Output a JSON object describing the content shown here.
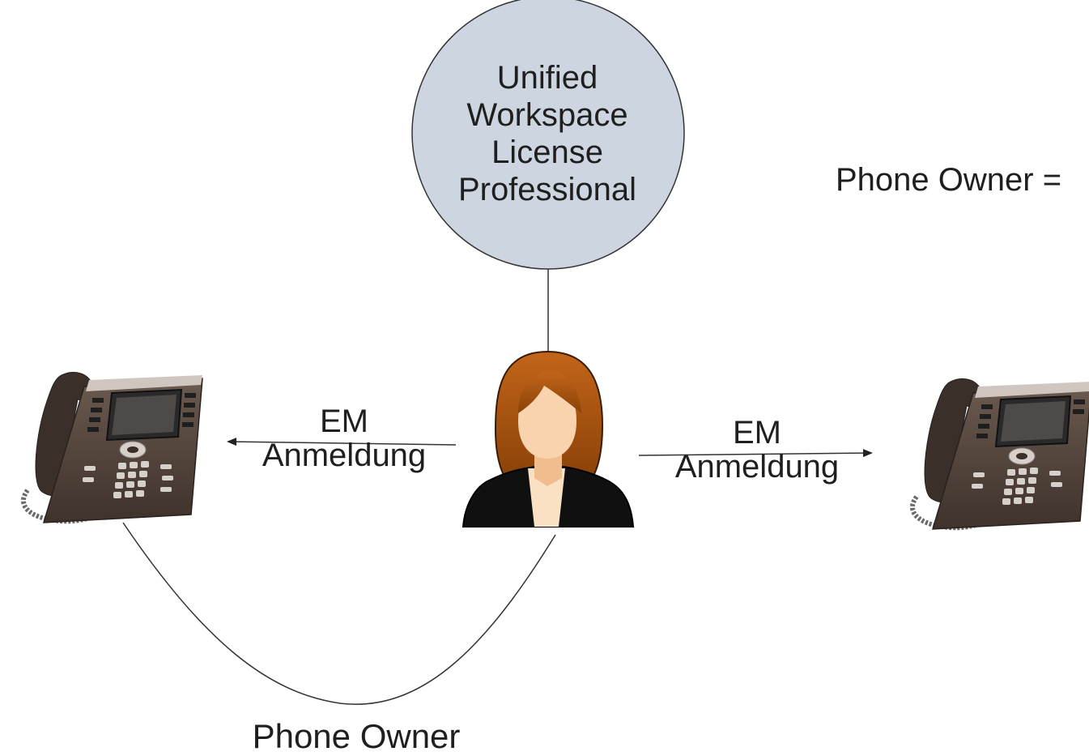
{
  "license": {
    "line1": "Unified",
    "line2": "Workspace",
    "line3": "License",
    "line4": "Professional",
    "fill": "#cdd6e0"
  },
  "left_link": {
    "line1": "EM",
    "line2": "Anmeldung"
  },
  "right_link": {
    "line1": "EM",
    "line2": "Anmeldung"
  },
  "owner_bottom": "Phone Owner",
  "owner_right": "Phone Owner =",
  "icons": [
    "desk-phone-icon",
    "user-woman-icon",
    "desk-phone-icon"
  ],
  "colors": {
    "hair": "#a8560f",
    "skin": "#f6c99c",
    "jacket": "#0f0f0f",
    "phone_body": "#5a4a40"
  }
}
